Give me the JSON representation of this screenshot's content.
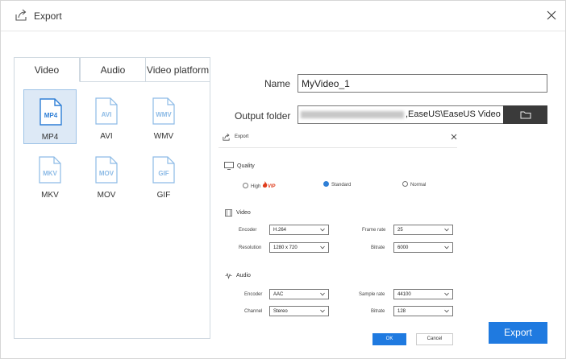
{
  "window": {
    "title": "Export"
  },
  "tabs": [
    {
      "label": "Video"
    },
    {
      "label": "Audio"
    },
    {
      "label": "Video platform"
    }
  ],
  "formats": [
    {
      "icon_text": "MP4",
      "label": "MP4",
      "selected": true
    },
    {
      "icon_text": "AVI",
      "label": "AVI"
    },
    {
      "icon_text": "WMV",
      "label": "WMV"
    },
    {
      "icon_text": "MKV",
      "label": "MKV"
    },
    {
      "icon_text": "MOV",
      "label": "MOV"
    },
    {
      "icon_text": "GIF",
      "label": "GIF"
    }
  ],
  "name_field": {
    "label": "Name",
    "value": "MyVideo_1"
  },
  "output_folder": {
    "label": "Output folder",
    "value_suffix": ",EaseUS\\EaseUS Video Ed"
  },
  "inner_dialog": {
    "title": "Export",
    "quality": {
      "heading": "Quality",
      "options": [
        {
          "label": "High",
          "badge": "VIP",
          "selected": false
        },
        {
          "label": "Standard",
          "selected": true
        },
        {
          "label": "Normal",
          "selected": false
        }
      ]
    },
    "video": {
      "heading": "Video",
      "encoder_label": "Encoder",
      "encoder_value": "H.264",
      "frame_rate_label": "Frame rate",
      "frame_rate_value": "25",
      "resolution_label": "Resolution",
      "resolution_value": "1280 x 720",
      "bitrate_label": "Bitrate",
      "bitrate_value": "6000"
    },
    "audio": {
      "heading": "Audio",
      "encoder_label": "Encoder",
      "encoder_value": "AAC",
      "sample_rate_label": "Sample rate",
      "sample_rate_value": "44100",
      "channel_label": "Channel",
      "channel_value": "Stereo",
      "bitrate_label": "Bitrate",
      "bitrate_value": "128"
    },
    "ok_label": "OK",
    "cancel_label": "Cancel"
  },
  "export_label": "Export",
  "colors": {
    "accent": "#1f7ae0",
    "icon_blue": "#7fb3e6",
    "selected_bg": "#dde9f6"
  }
}
